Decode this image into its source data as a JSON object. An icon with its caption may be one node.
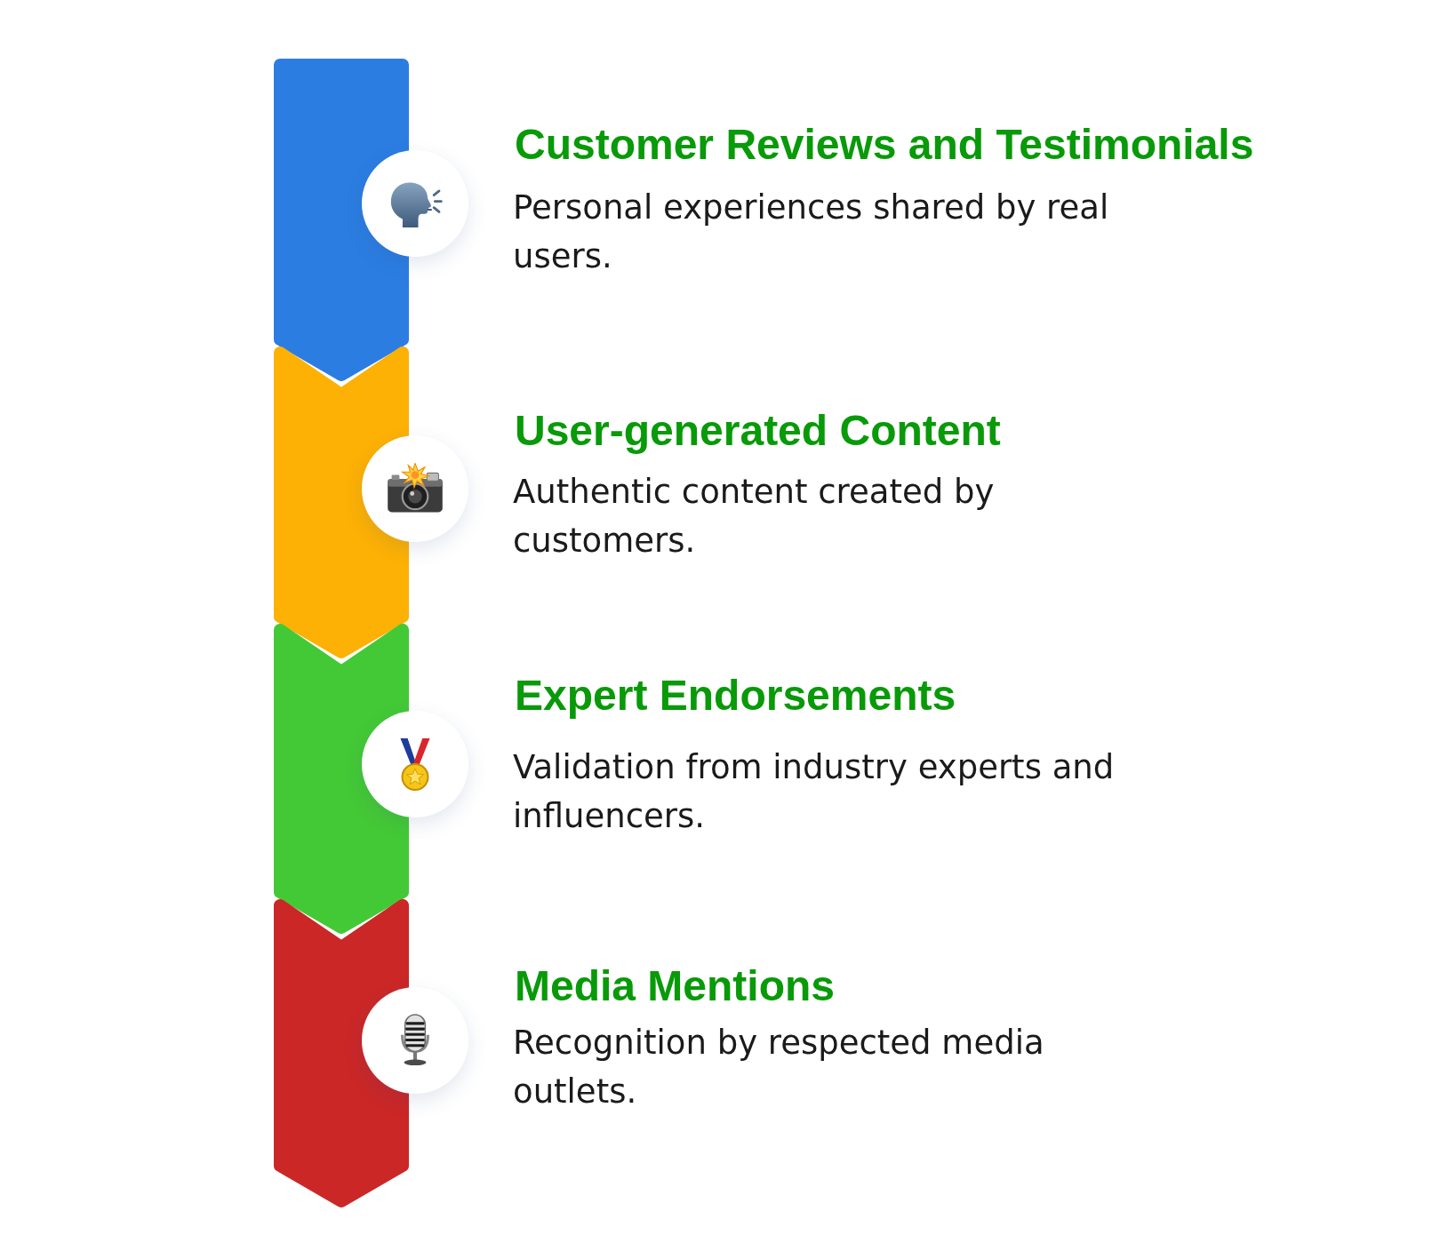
{
  "diagram": {
    "nodes": [
      {
        "text": [
          "Customer Reviews and Testimonials",
          "Personal experiences shared by real users."
        ]
      },
      {
        "text": [
          "User-generated Content",
          "Authentic content created by customers."
        ]
      },
      {
        "text": [
          "Expert Endorsements",
          "Validation from industry experts and influencers."
        ]
      },
      {
        "text": [
          "Media Mentions",
          "Recognition by respected media outlets."
        ]
      }
    ]
  }
}
